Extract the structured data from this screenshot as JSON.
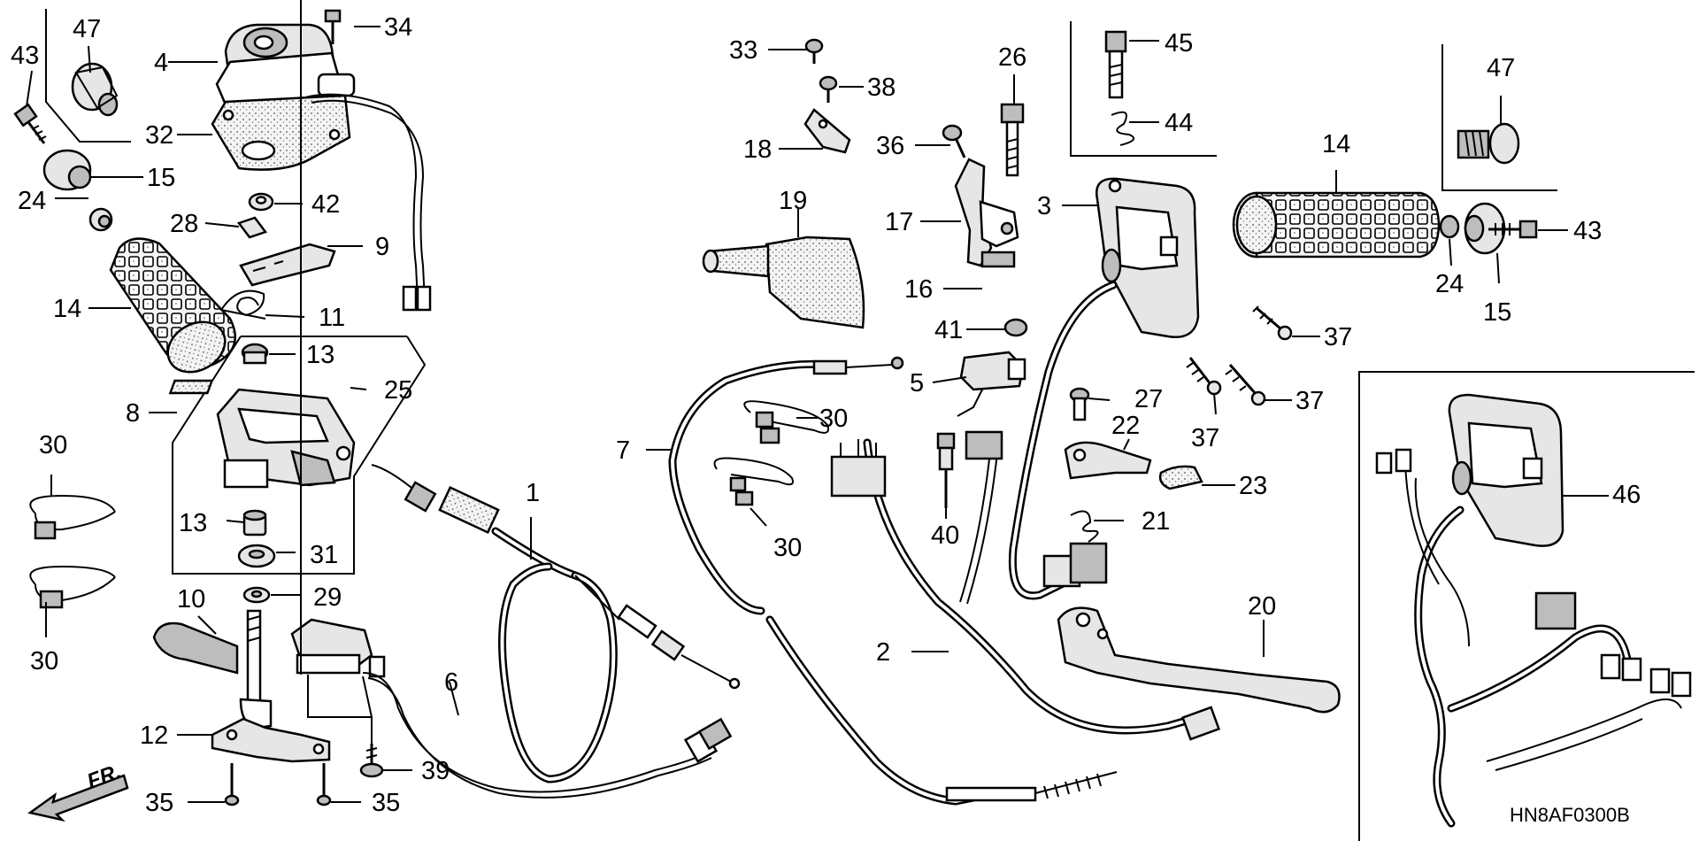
{
  "diagram_code": "HN8AF0300B",
  "front_marker": "FR.",
  "callouts": [
    {
      "id": "c43a",
      "label": "43"
    },
    {
      "id": "c47a",
      "label": "47"
    },
    {
      "id": "c4",
      "label": "4"
    },
    {
      "id": "c34",
      "label": "34"
    },
    {
      "id": "c32",
      "label": "32"
    },
    {
      "id": "c15a",
      "label": "15"
    },
    {
      "id": "c24a",
      "label": "24"
    },
    {
      "id": "c42",
      "label": "42"
    },
    {
      "id": "c28",
      "label": "28"
    },
    {
      "id": "c9",
      "label": "9"
    },
    {
      "id": "c14a",
      "label": "14"
    },
    {
      "id": "c11",
      "label": "11"
    },
    {
      "id": "c13a",
      "label": "13"
    },
    {
      "id": "c25",
      "label": "25"
    },
    {
      "id": "c8",
      "label": "8"
    },
    {
      "id": "c30a",
      "label": "30"
    },
    {
      "id": "c13b",
      "label": "13"
    },
    {
      "id": "c31",
      "label": "31"
    },
    {
      "id": "c30b",
      "label": "30"
    },
    {
      "id": "c10",
      "label": "10"
    },
    {
      "id": "c29",
      "label": "29"
    },
    {
      "id": "c12",
      "label": "12"
    },
    {
      "id": "c39",
      "label": "39"
    },
    {
      "id": "c35a",
      "label": "35"
    },
    {
      "id": "c35b",
      "label": "35"
    },
    {
      "id": "c6",
      "label": "6"
    },
    {
      "id": "c1",
      "label": "1"
    },
    {
      "id": "c33",
      "label": "33"
    },
    {
      "id": "c38",
      "label": "38"
    },
    {
      "id": "c18",
      "label": "18"
    },
    {
      "id": "c19",
      "label": "19"
    },
    {
      "id": "c26",
      "label": "26"
    },
    {
      "id": "c36",
      "label": "36"
    },
    {
      "id": "c17",
      "label": "17"
    },
    {
      "id": "c16",
      "label": "16"
    },
    {
      "id": "c41",
      "label": "41"
    },
    {
      "id": "c5",
      "label": "5"
    },
    {
      "id": "c30c",
      "label": "30"
    },
    {
      "id": "c7",
      "label": "7"
    },
    {
      "id": "c30d",
      "label": "30"
    },
    {
      "id": "c40",
      "label": "40"
    },
    {
      "id": "c2",
      "label": "2"
    },
    {
      "id": "c45",
      "label": "45"
    },
    {
      "id": "c44",
      "label": "44"
    },
    {
      "id": "c3",
      "label": "3"
    },
    {
      "id": "c27",
      "label": "27"
    },
    {
      "id": "c22",
      "label": "22"
    },
    {
      "id": "c23",
      "label": "23"
    },
    {
      "id": "c21",
      "label": "21"
    },
    {
      "id": "c37a",
      "label": "37"
    },
    {
      "id": "c37b",
      "label": "37"
    },
    {
      "id": "c37c",
      "label": "37"
    },
    {
      "id": "c20",
      "label": "20"
    },
    {
      "id": "c14b",
      "label": "14"
    },
    {
      "id": "c47b",
      "label": "47"
    },
    {
      "id": "c43b",
      "label": "43"
    },
    {
      "id": "c24b",
      "label": "24"
    },
    {
      "id": "c15b",
      "label": "15"
    },
    {
      "id": "c46",
      "label": "46"
    }
  ]
}
